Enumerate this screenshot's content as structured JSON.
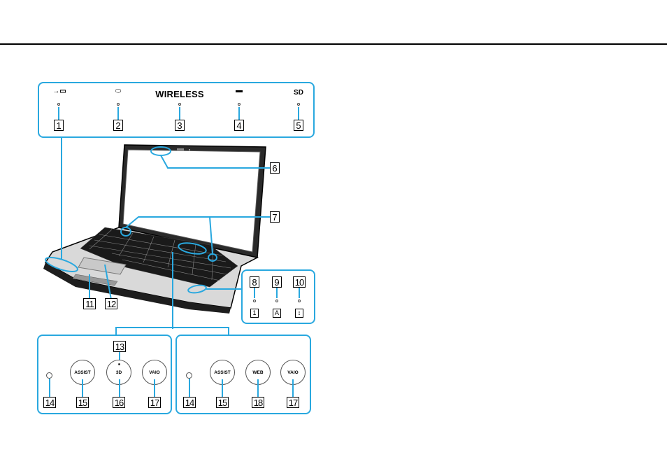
{
  "top_panel": {
    "indicators": [
      {
        "num": "1",
        "label": "→▭"
      },
      {
        "num": "2",
        "label": "⬭"
      },
      {
        "num": "3",
        "label": "WIRELESS"
      },
      {
        "num": "4",
        "label": "▬"
      },
      {
        "num": "5",
        "label": "SD"
      }
    ]
  },
  "callouts": {
    "c6": "6",
    "c7": "7",
    "c11": "11",
    "c12": "12"
  },
  "lock_panel": {
    "items": [
      {
        "num": "8",
        "icon": "1"
      },
      {
        "num": "9",
        "icon": "A"
      },
      {
        "num": "10",
        "icon": "↕"
      }
    ]
  },
  "left_buttons": {
    "mic_num": "14",
    "led_num": "13",
    "buttons": [
      {
        "label": "ASSIST",
        "num": "15"
      },
      {
        "label": "3D",
        "num": "16"
      },
      {
        "label": "VAIO",
        "num": "17"
      }
    ]
  },
  "right_buttons": {
    "mic_num": "14",
    "buttons": [
      {
        "label": "ASSIST",
        "num": "15"
      },
      {
        "label": "WEB",
        "num": "18"
      },
      {
        "label": "VAIO",
        "num": "17"
      }
    ]
  }
}
